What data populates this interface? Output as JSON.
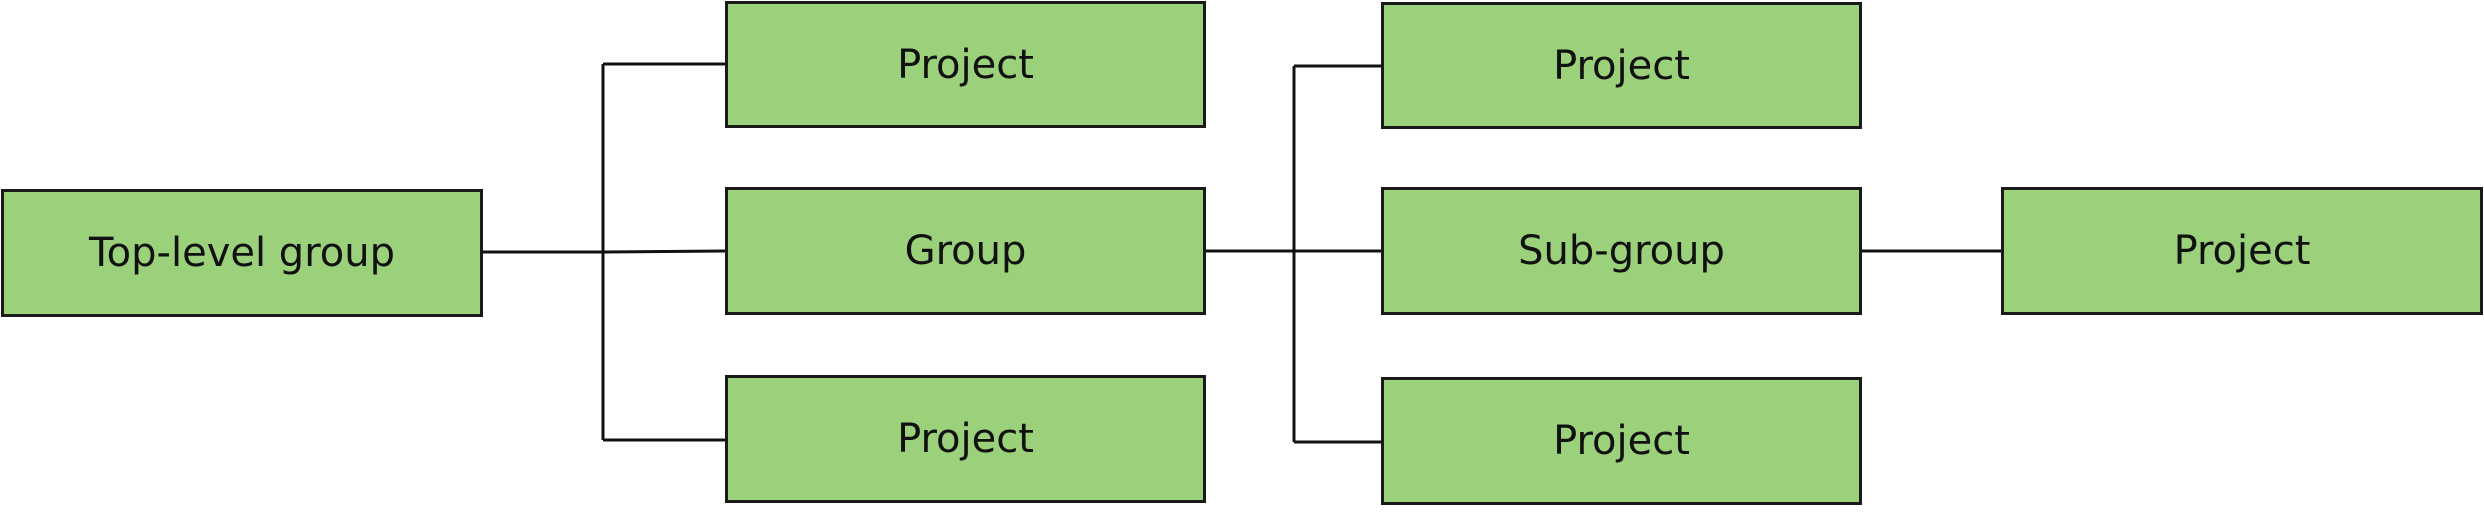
{
  "nodes": {
    "top_level_group": "Top-level group",
    "project_1": "Project",
    "group": "Group",
    "project_2": "Project",
    "project_3": "Project",
    "sub_group": "Sub-group",
    "project_4": "Project",
    "project_5": "Project"
  },
  "colors": {
    "node_fill": "#9bd17a",
    "node_border": "#1a1a1a",
    "connector": "#111111"
  }
}
